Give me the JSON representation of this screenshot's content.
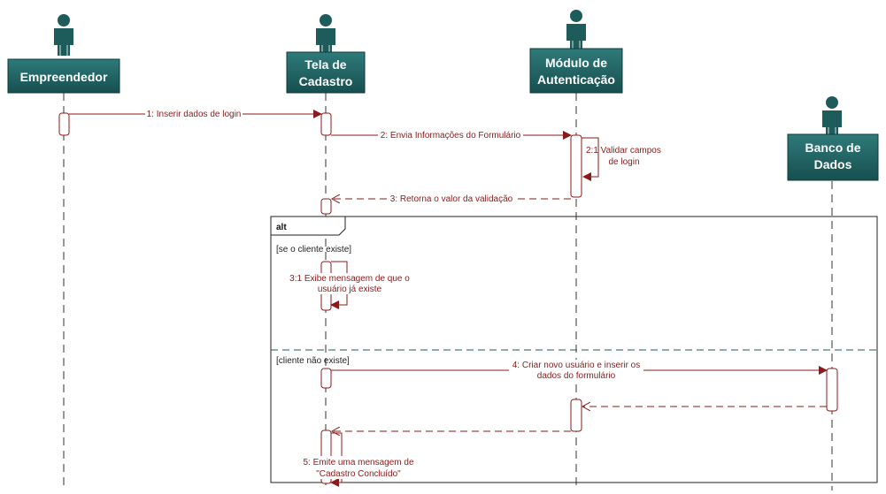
{
  "participants": [
    {
      "id": "p1",
      "name_lines": [
        "Empreendedor"
      ]
    },
    {
      "id": "p2",
      "name_lines": [
        "Tela de",
        "Cadastro"
      ]
    },
    {
      "id": "p3",
      "name_lines": [
        "Módulo de",
        "Autenticação"
      ]
    },
    {
      "id": "p4",
      "name_lines": [
        "Banco de",
        "Dados"
      ]
    }
  ],
  "messages": {
    "m1": "1: Inserir dados de login",
    "m2": "2: Envia Informações do Formulário",
    "m21": [
      "2:1 Validar campos",
      "de login"
    ],
    "m3": "3: Retorna o valor da validação",
    "m31": [
      "3:1 Exibe mensagem de que o",
      "usuário já existe"
    ],
    "m4": [
      "4: Criar novo usuário e inserir os",
      "dados do formulário"
    ],
    "m5": [
      "5: Emite uma mensagem de",
      "\"Cadastro Concluído\""
    ]
  },
  "fragment": {
    "operator": "alt",
    "guard1": "[se o cliente existe]",
    "guard2": "[cliente não existe]"
  },
  "colors": {
    "header_fill": "#1e5c5c",
    "actor_fill": "#1e5c5c",
    "message": "#8b1a1a"
  }
}
